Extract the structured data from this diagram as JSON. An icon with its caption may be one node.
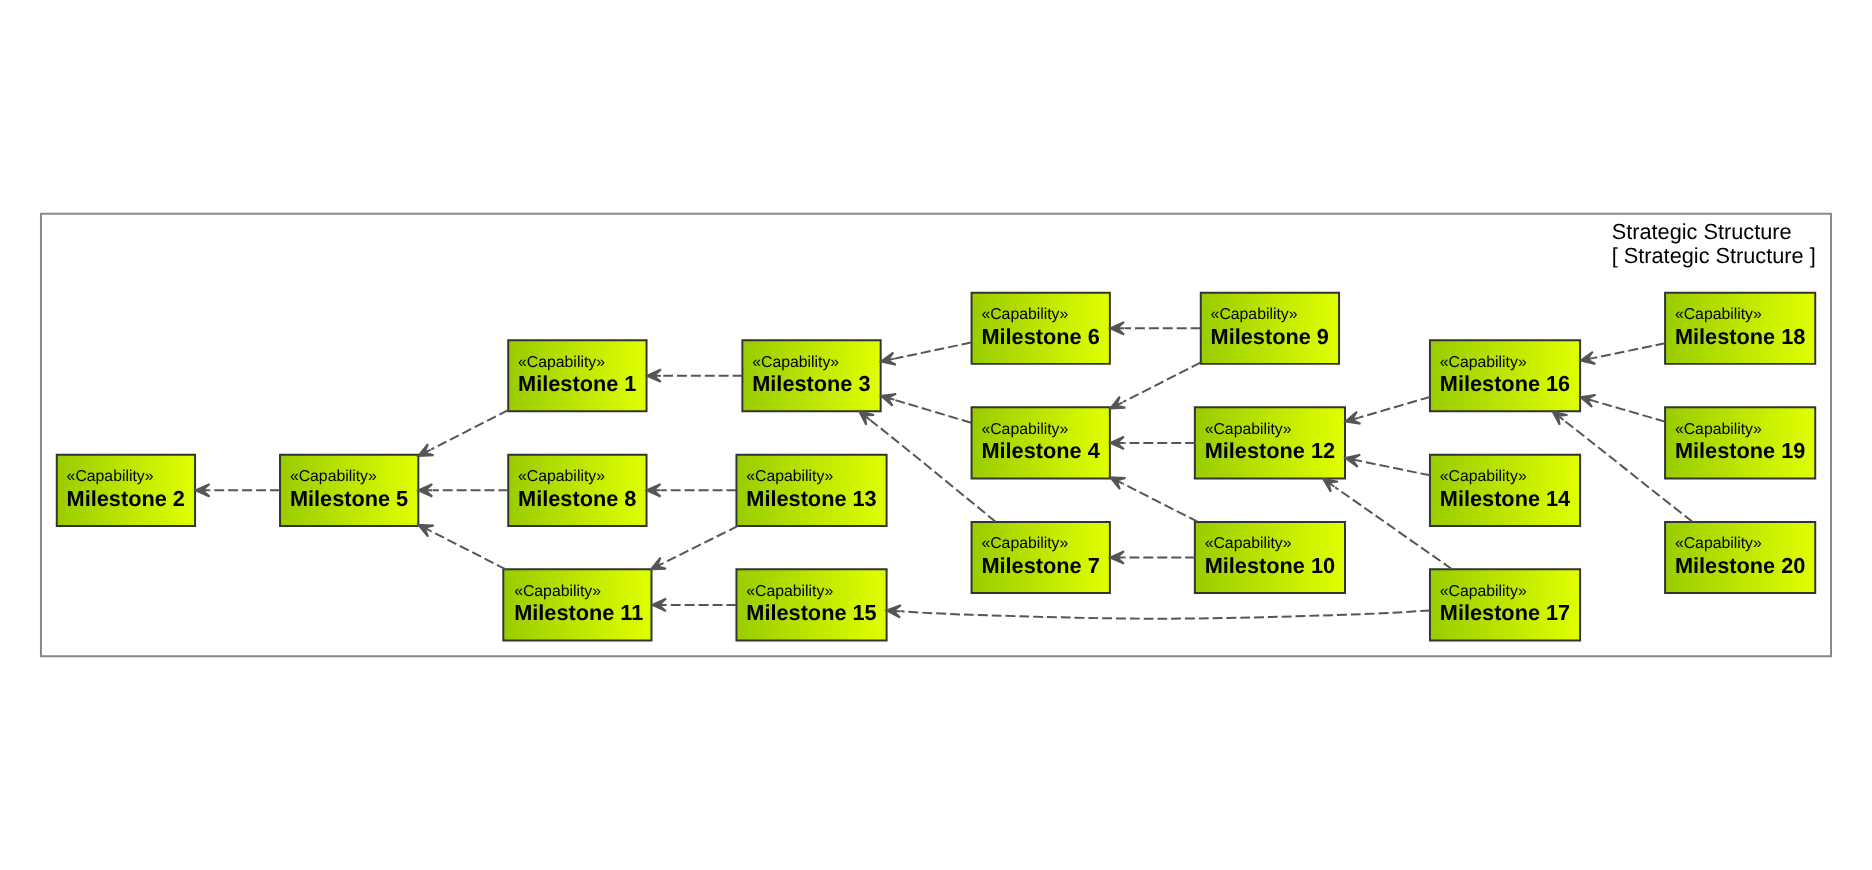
{
  "diagram": {
    "nodes": [
      {
        "text": [
          "Strategic Structure",
          "[ Strategic Structure ]"
        ]
      },
      {
        "text": [
          "«Capability»",
          "Milestone 1"
        ],
        "in": 0
      },
      {
        "text": [
          "«Capability»",
          "Milestone 2"
        ],
        "in": 0
      },
      {
        "text": [
          "«Capability»",
          "Milestone 3"
        ],
        "in": 0
      },
      {
        "text": [
          "«Capability»",
          "Milestone 4"
        ],
        "in": 0
      },
      {
        "text": [
          "«Capability»",
          "Milestone 5"
        ],
        "in": 0
      },
      {
        "text": [
          "«Capability»",
          "Milestone 6"
        ],
        "in": 0
      },
      {
        "text": [
          "«Capability»",
          "Milestone 7"
        ],
        "in": 0
      },
      {
        "text": [
          "«Capability»",
          "Milestone 8"
        ],
        "in": 0
      },
      {
        "text": [
          "«Capability»",
          "Milestone 9"
        ],
        "in": 0
      },
      {
        "text": [
          "«Capability»",
          "Milestone 10"
        ],
        "in": 0
      },
      {
        "text": [
          "«Capability»",
          "Milestone 11"
        ],
        "in": 0
      },
      {
        "text": [
          "«Capability»",
          "Milestone 12"
        ],
        "in": 0
      },
      {
        "text": [
          "«Capability»",
          "Milestone 13"
        ],
        "in": 0
      },
      {
        "text": [
          "«Capability»",
          "Milestone 14"
        ],
        "in": 0
      },
      {
        "text": [
          "«Capability»",
          "Milestone 15"
        ],
        "in": 0
      },
      {
        "text": [
          "«Capability»",
          "Milestone 16"
        ],
        "in": 0
      },
      {
        "text": [
          "«Capability»",
          "Milestone 17"
        ],
        "in": 0
      },
      {
        "text": [
          "«Capability»",
          "Milestone 18"
        ],
        "in": 0
      },
      {
        "text": [
          "«Capability»",
          "Milestone 19"
        ],
        "in": 0
      },
      {
        "text": [
          "«Capability»",
          "Milestone 20"
        ],
        "in": 0
      }
    ],
    "edges": [
      {
        "from": 10,
        "to": 7,
        "arrow": "to",
        "style": "dashed"
      },
      {
        "from": 9,
        "to": 6,
        "arrow": "to",
        "style": "dashed"
      },
      {
        "from": 7,
        "to": 3,
        "arrow": "to",
        "style": "dashed"
      },
      {
        "from": 6,
        "to": 3,
        "arrow": "to",
        "style": "dashed"
      },
      {
        "from": 9,
        "to": 4,
        "arrow": "to",
        "style": "dashed"
      },
      {
        "from": 10,
        "to": 4,
        "arrow": "to",
        "style": "dashed"
      },
      {
        "from": 3,
        "to": 1,
        "arrow": "to",
        "style": "dashed"
      },
      {
        "from": 4,
        "to": 3,
        "arrow": "to",
        "style": "dashed"
      },
      {
        "from": 12,
        "to": 4,
        "arrow": "to",
        "style": "dashed"
      },
      {
        "from": 14,
        "to": 12,
        "arrow": "to",
        "style": "dashed"
      },
      {
        "from": 16,
        "to": 12,
        "arrow": "to",
        "style": "dashed"
      },
      {
        "from": 17,
        "to": 12,
        "arrow": "to",
        "style": "dashed"
      },
      {
        "from": 18,
        "to": 16,
        "arrow": "to",
        "style": "dashed"
      },
      {
        "from": 19,
        "to": 16,
        "arrow": "to",
        "style": "dashed"
      },
      {
        "from": 20,
        "to": 16,
        "arrow": "to",
        "style": "dashed"
      },
      {
        "from": 1,
        "to": 5,
        "arrow": "to",
        "style": "dashed"
      },
      {
        "from": 5,
        "to": 2,
        "arrow": "to",
        "style": "dashed"
      },
      {
        "from": 11,
        "to": 5,
        "arrow": "to",
        "style": "dashed"
      },
      {
        "from": 8,
        "to": 5,
        "arrow": "to",
        "style": "dashed"
      },
      {
        "from": 15,
        "to": 11,
        "arrow": "to",
        "style": "dashed"
      },
      {
        "from": 13,
        "to": 11,
        "arrow": "to",
        "style": "dashed"
      },
      {
        "from": 13,
        "to": 8,
        "arrow": "to",
        "style": "dashed"
      },
      {
        "from": 17,
        "to": 15,
        "arrow": "to",
        "style": "dashed"
      }
    ]
  }
}
